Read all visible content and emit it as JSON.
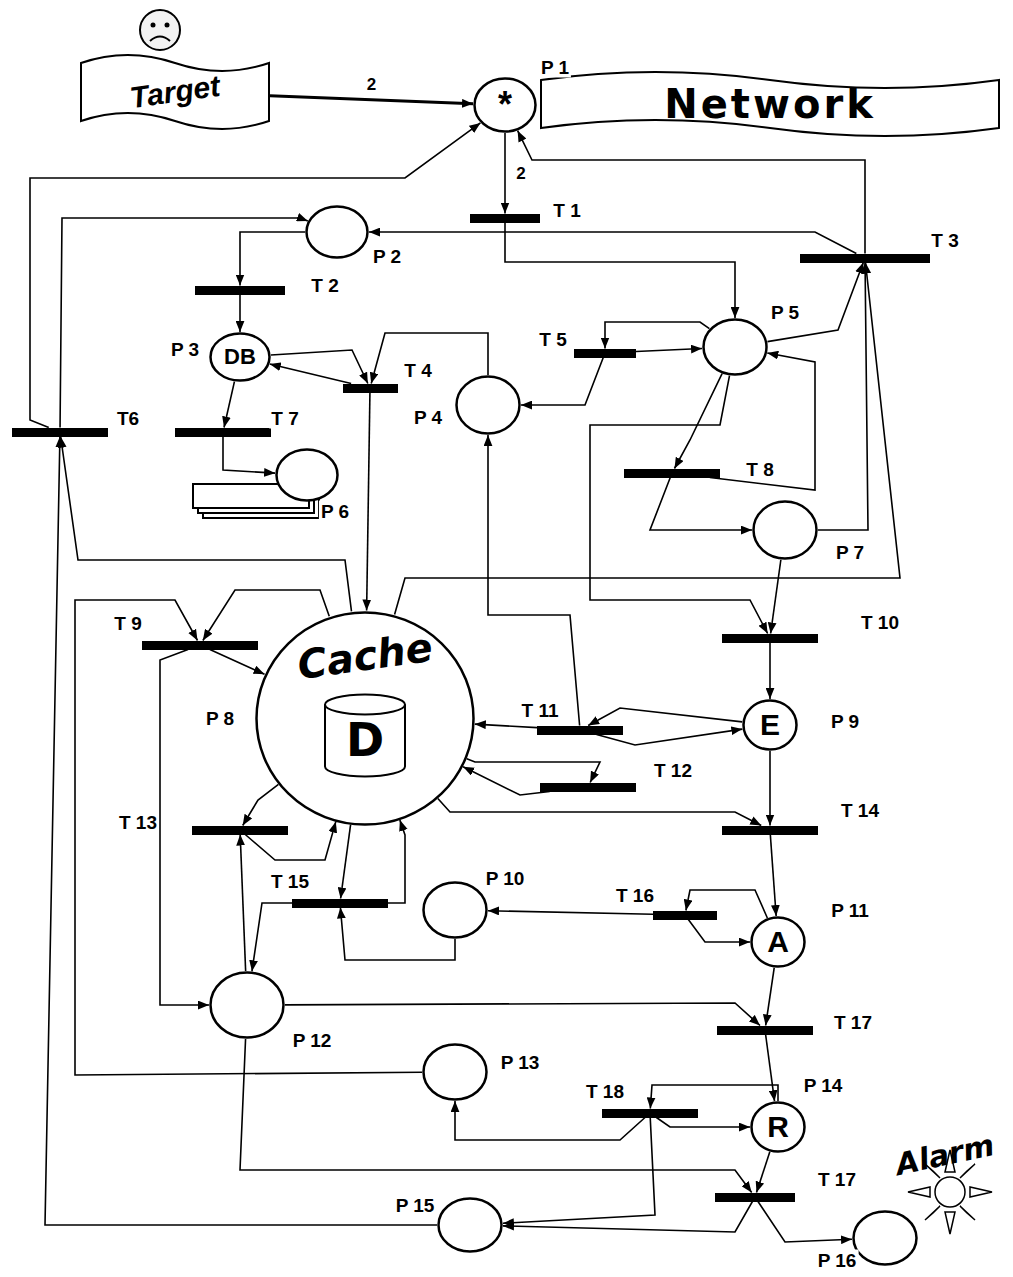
{
  "diagram": {
    "nodes": [
      {
        "text": [
          "Target"
        ]
      },
      {
        "text": [
          "Network"
        ]
      },
      {
        "text": [
          "P 1",
          "*"
        ]
      },
      {
        "text": [
          "T 1"
        ]
      },
      {
        "text": [
          "P 2"
        ]
      },
      {
        "text": [
          "T 2"
        ]
      },
      {
        "text": [
          "P 3",
          "DB"
        ]
      },
      {
        "text": [
          "T 3"
        ]
      },
      {
        "text": [
          "T 4"
        ]
      },
      {
        "text": [
          "P 4"
        ]
      },
      {
        "text": [
          "T 5"
        ]
      },
      {
        "text": [
          "P 5"
        ]
      },
      {
        "text": [
          "T6"
        ]
      },
      {
        "text": [
          "T 7"
        ]
      },
      {
        "text": [
          "P 6"
        ]
      },
      {
        "text": [
          "T 8"
        ]
      },
      {
        "text": [
          "P 7"
        ]
      },
      {
        "text": [
          "T 9"
        ]
      },
      {
        "text": [
          "P 8",
          "Cache",
          "D"
        ]
      },
      {
        "text": [
          "T 10"
        ]
      },
      {
        "text": [
          "P 9",
          "E"
        ]
      },
      {
        "text": [
          "T 11"
        ]
      },
      {
        "text": [
          "T 12"
        ]
      },
      {
        "text": [
          "T 14"
        ]
      },
      {
        "text": [
          "T 13"
        ]
      },
      {
        "text": [
          "T 15"
        ]
      },
      {
        "text": [
          "P 10"
        ]
      },
      {
        "text": [
          "T 16"
        ]
      },
      {
        "text": [
          "P 11",
          "A"
        ]
      },
      {
        "text": [
          "P 12"
        ]
      },
      {
        "text": [
          "T 17"
        ]
      },
      {
        "text": [
          "P 13"
        ]
      },
      {
        "text": [
          "T 18"
        ]
      },
      {
        "text": [
          "P 14",
          "R"
        ]
      },
      {
        "text": [
          "T 17"
        ]
      },
      {
        "text": [
          "P 15"
        ]
      },
      {
        "text": [
          "P 16"
        ]
      }
    ],
    "edges": [
      {
        "from": 0,
        "to": 2,
        "arrow": "to",
        "label": "2"
      },
      {
        "from": 2,
        "to": 3,
        "arrow": "to",
        "label": "2"
      },
      {
        "from": 3,
        "to": 11,
        "arrow": "to"
      },
      {
        "from": 4,
        "to": 5,
        "arrow": "to"
      },
      {
        "from": 5,
        "to": 6,
        "arrow": "to"
      },
      {
        "from": 6,
        "to": 8,
        "arrow": "to"
      },
      {
        "from": 8,
        "to": 6,
        "arrow": "to"
      },
      {
        "from": 9,
        "to": 8,
        "arrow": "to"
      },
      {
        "from": 8,
        "to": 18,
        "arrow": "to"
      },
      {
        "from": 6,
        "to": 13,
        "arrow": "to"
      },
      {
        "from": 13,
        "to": 14,
        "arrow": "to"
      },
      {
        "from": 11,
        "to": 10,
        "arrow": "to"
      },
      {
        "from": 10,
        "to": 11,
        "arrow": "to"
      },
      {
        "from": 10,
        "to": 9,
        "arrow": "to"
      },
      {
        "from": 11,
        "to": 7,
        "arrow": "to"
      },
      {
        "from": 16,
        "to": 7,
        "arrow": "to"
      },
      {
        "from": 18,
        "to": 7,
        "arrow": "to"
      },
      {
        "from": 7,
        "to": 2,
        "arrow": "to"
      },
      {
        "from": 7,
        "to": 4,
        "arrow": "to"
      },
      {
        "from": 11,
        "to": 15,
        "arrow": "to"
      },
      {
        "from": 15,
        "to": 11,
        "arrow": "to"
      },
      {
        "from": 15,
        "to": 16,
        "arrow": "to"
      },
      {
        "from": 16,
        "to": 19,
        "arrow": "to"
      },
      {
        "from": 11,
        "to": 19,
        "arrow": "to"
      },
      {
        "from": 19,
        "to": 20,
        "arrow": "to"
      },
      {
        "from": 20,
        "to": 21,
        "arrow": "to"
      },
      {
        "from": 21,
        "to": 20,
        "arrow": "to"
      },
      {
        "from": 21,
        "to": 18,
        "arrow": "to"
      },
      {
        "from": 21,
        "to": 9,
        "arrow": "to"
      },
      {
        "from": 18,
        "to": 22,
        "arrow": "to"
      },
      {
        "from": 22,
        "to": 18,
        "arrow": "to"
      },
      {
        "from": 20,
        "to": 23,
        "arrow": "to"
      },
      {
        "from": 18,
        "to": 23,
        "arrow": "to"
      },
      {
        "from": 23,
        "to": 28,
        "arrow": "to"
      },
      {
        "from": 28,
        "to": 27,
        "arrow": "to"
      },
      {
        "from": 27,
        "to": 28,
        "arrow": "to"
      },
      {
        "from": 27,
        "to": 26,
        "arrow": "to"
      },
      {
        "from": 26,
        "to": 25,
        "arrow": "to"
      },
      {
        "from": 18,
        "to": 25,
        "arrow": "to"
      },
      {
        "from": 25,
        "to": 18,
        "arrow": "to"
      },
      {
        "from": 25,
        "to": 29,
        "arrow": "to"
      },
      {
        "from": 18,
        "to": 24,
        "arrow": "to"
      },
      {
        "from": 24,
        "to": 18,
        "arrow": "to"
      },
      {
        "from": 29,
        "to": 24,
        "arrow": "to"
      },
      {
        "from": 18,
        "to": 17,
        "arrow": "to"
      },
      {
        "from": 17,
        "to": 18,
        "arrow": "to"
      },
      {
        "from": 17,
        "to": 29,
        "arrow": "to"
      },
      {
        "from": 31,
        "to": 17,
        "arrow": "to"
      },
      {
        "from": 29,
        "to": 30,
        "arrow": "to"
      },
      {
        "from": 28,
        "to": 30,
        "arrow": "to"
      },
      {
        "from": 30,
        "to": 33,
        "arrow": "to"
      },
      {
        "from": 33,
        "to": 32,
        "arrow": "to"
      },
      {
        "from": 32,
        "to": 33,
        "arrow": "to"
      },
      {
        "from": 32,
        "to": 31,
        "arrow": "to"
      },
      {
        "from": 32,
        "to": 35,
        "arrow": "to"
      },
      {
        "from": 33,
        "to": 34,
        "arrow": "to"
      },
      {
        "from": 29,
        "to": 34,
        "arrow": "to"
      },
      {
        "from": 34,
        "to": 36,
        "arrow": "to"
      },
      {
        "from": 34,
        "to": 35,
        "arrow": "to"
      },
      {
        "from": 35,
        "to": 12,
        "arrow": "to"
      },
      {
        "from": 18,
        "to": 12,
        "arrow": "to"
      },
      {
        "from": 12,
        "to": 2,
        "arrow": "to"
      },
      {
        "from": 12,
        "to": 4,
        "arrow": "to"
      }
    ],
    "labels": [
      "Alarm"
    ]
  }
}
